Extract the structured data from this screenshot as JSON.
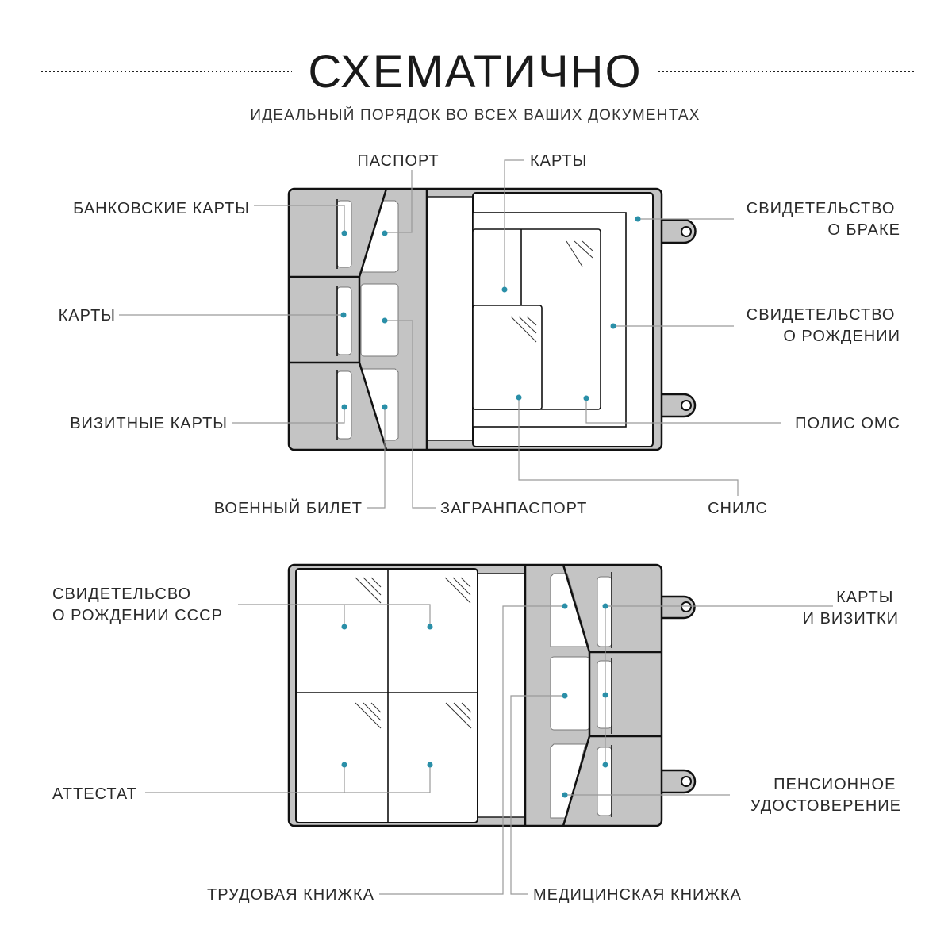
{
  "header": {
    "title": "СХЕМАТИЧНО",
    "subtitle": "ИДЕАЛЬНЫЙ ПОРЯДОК ВО ВСЕХ ВАШИХ ДОКУМЕНТАХ"
  },
  "top_diagram": {
    "labels": {
      "bank_cards": "БАНКОВСКИЕ КАРТЫ",
      "passport": "ПАСПОРТ",
      "cards_top": "КАРТЫ",
      "marriage_cert": [
        "СВИДЕТЕЛЬСТВО",
        "О БРАКЕ"
      ],
      "cards_left": "КАРТЫ",
      "birth_cert": [
        "СВИДЕТЕЛЬСТВО",
        "О РОЖДЕНИИ"
      ],
      "business_cards": "ВИЗИТНЫЕ КАРТЫ",
      "oms_policy": "ПОЛИС ОМС",
      "military_id": "ВОЕННЫЙ БИЛЕТ",
      "foreign_passport": "ЗАГРАНПАСПОРТ",
      "snils": "СНИЛС"
    }
  },
  "bottom_diagram": {
    "labels": {
      "ussr_birth_cert": [
        "СВИДЕТЕЛЬСВО",
        "О РОЖДЕНИИ СССР"
      ],
      "certificate": "АТТЕСТАТ",
      "cards_and_business": [
        "КАРТЫ",
        "И ВИЗИТКИ"
      ],
      "pension_id": [
        "ПЕНСИОННОЕ",
        "УДОСТОВЕРЕНИЕ"
      ],
      "work_book": "ТРУДОВАЯ КНИЖКА",
      "medical_book": "МЕДИЦИНСКАЯ КНИЖКА"
    }
  },
  "colors": {
    "panel": "#c4c4c4",
    "dot": "#2a8fa8",
    "leader": "#9a9a9a"
  }
}
